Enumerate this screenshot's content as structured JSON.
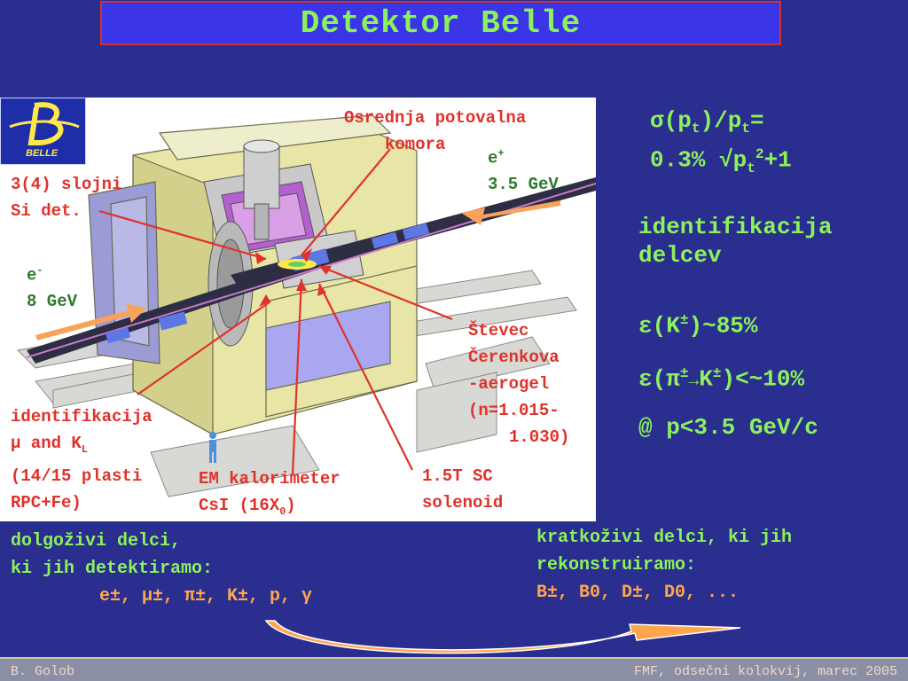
{
  "title": "Detektor Belle",
  "logo": {
    "text": "BELLE"
  },
  "figure_labels": {
    "cdc_1": "Osrednja potovalna",
    "cdc_2": "komora",
    "eplus": "e",
    "eplus_sup": "+",
    "eplus_energy": "3.5 GeV",
    "si_1": "3(4) slojni",
    "si_2": "Si det.",
    "eminus": "e",
    "eminus_sup": "-",
    "eminus_energy": "8 GeV",
    "cher_1": "Števec",
    "cher_2": "Čerenkova",
    "cher_3": "-aerogel",
    "cher_4": "(n=1.015-",
    "cher_5": "1.030)",
    "klm_1": "identifikacija",
    "klm_2a": "μ and K",
    "klm_2sub": "L",
    "klm_3": "(14/15 plasti",
    "klm_4": "RPC+Fe)",
    "ecl_1": "EM kalorimeter",
    "ecl_2a": "CsI (16X",
    "ecl_2sub": "0",
    "ecl_2b": ")",
    "sol_1": "1.5T SC",
    "sol_2": "solenoid"
  },
  "right_panel": {
    "res_a": "σ(p",
    "res_sub1": "t",
    "res_b": ")/p",
    "res_sub2": "t",
    "res_c": "=",
    "res2_a": "0.3% √p",
    "res2_sub": "t",
    "res2_sup": "2",
    "res2_b": "+1",
    "pid_1": "identifikacija",
    "pid_2": "delcev",
    "eff_k_a": "ε(K",
    "eff_k_sup": "±",
    "eff_k_b": ")~85%",
    "mis_a": "ε(π",
    "mis_sup1": "±",
    "mis_arrow": "→",
    "mis_k": "K",
    "mis_sup2": "±",
    "mis_b": ")<~10%",
    "mom": "@ p<3.5 GeV/c"
  },
  "bottom_left": {
    "line1": "dolgoživi delci,",
    "line2": "ki jih detektiramo:",
    "line3": "e±, μ±, π±, K±, p, γ"
  },
  "bottom_right": {
    "line1": "kratkoživi delci, ki jih",
    "line2": "rekonstruiramo:",
    "line3": "B±, B0, D±, D0, ..."
  },
  "footer": {
    "left": "B. Golob",
    "right": "FMF, odsečni kolokvij, marec 2005"
  },
  "colors": {
    "background": "#2a2e8f",
    "title_text": "#8cf25c",
    "accent_red": "#e0322b",
    "accent_orange": "#ffa64d"
  }
}
